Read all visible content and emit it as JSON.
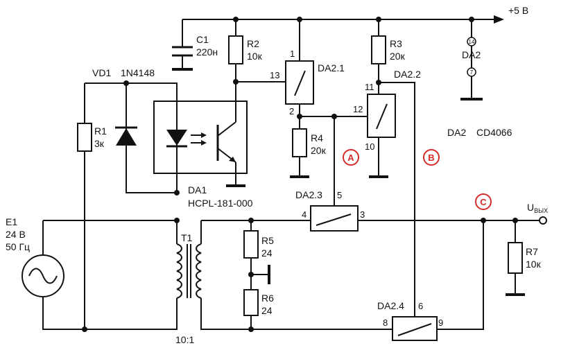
{
  "supply": {
    "label": "+5 В"
  },
  "c1": {
    "name": "C1",
    "value": "220н"
  },
  "r1": {
    "name": "R1",
    "value": "3к"
  },
  "r2": {
    "name": "R2",
    "value": "10к"
  },
  "r3": {
    "name": "R3",
    "value": "20к"
  },
  "r4": {
    "name": "R4",
    "value": "20к"
  },
  "r5": {
    "name": "R5",
    "value": "24"
  },
  "r6": {
    "name": "R6",
    "value": "24"
  },
  "r7": {
    "name": "R7",
    "value": "10к"
  },
  "vd1": {
    "name": "VD1",
    "part": "1N4148"
  },
  "da1": {
    "name": "DA1",
    "part": "HCPL-181-000"
  },
  "da2": {
    "name": "DA2",
    "part": "CD4066",
    "pin_vdd": "14",
    "pin_vss": "7"
  },
  "switches": {
    "s1": "DA2.1",
    "s2": "DA2.2",
    "s3": "DA2.3",
    "s4": "DA2.4"
  },
  "pins": {
    "p1": "1",
    "p2": "2",
    "p3": "3",
    "p4": "4",
    "p5": "5",
    "p6": "6",
    "p8": "8",
    "p9": "9",
    "p10": "10",
    "p11": "11",
    "p12": "12",
    "p13": "13"
  },
  "source": {
    "name": "E1",
    "voltage": "24 В",
    "freq": "50 Гц"
  },
  "transformer": {
    "name": "T1",
    "ratio": "10:1"
  },
  "markers": {
    "a": "A",
    "b": "B",
    "c": "C"
  },
  "output": {
    "label_main": "U",
    "label_sub": "ВЫХ"
  },
  "colors": {
    "marker": "#d42a2a",
    "wire": "#111111"
  }
}
